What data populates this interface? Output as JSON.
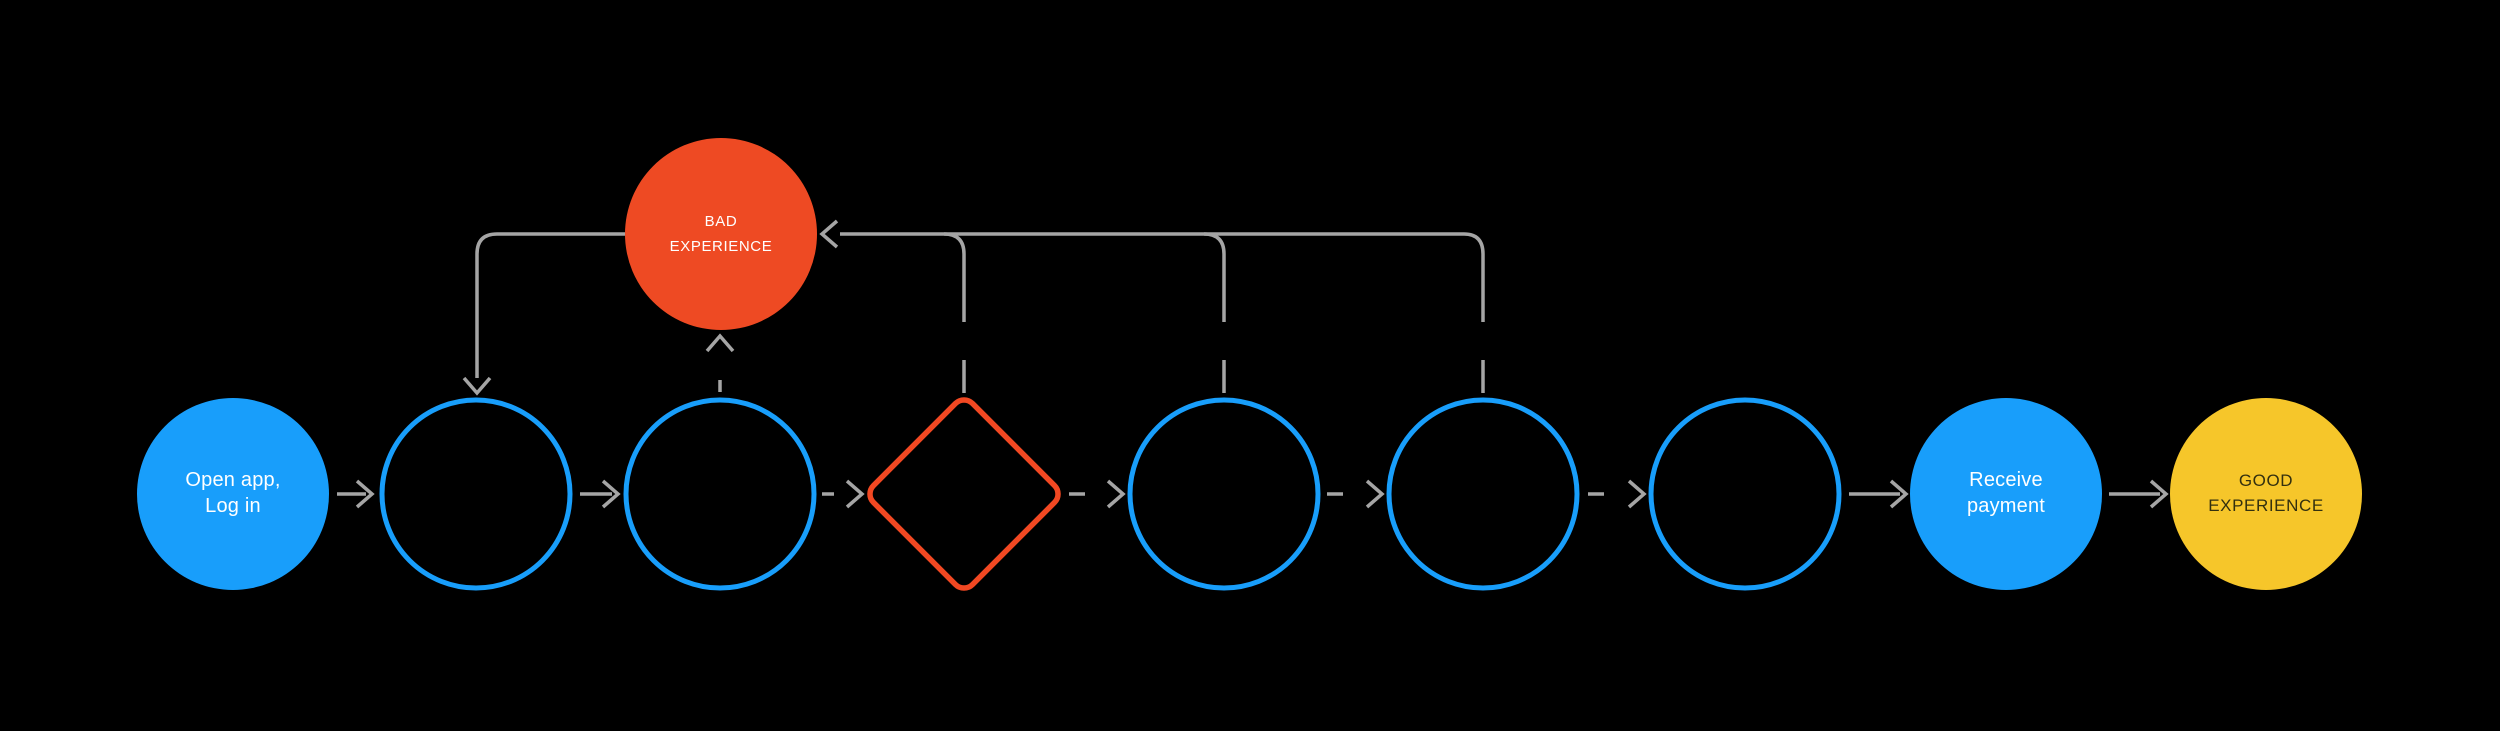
{
  "diagram": {
    "background": "#000000",
    "colors": {
      "node_blue": "#189EFB",
      "node_red": "#EE4A23",
      "diamond_red": "#F24822",
      "node_yellow": "#F6C62A",
      "connector_gray": "#A5A5A5",
      "label_light": "#FFFFFF",
      "label_dark": "#33300F"
    },
    "nodes": {
      "start": {
        "line1": "Open app,",
        "line2": "Log in"
      },
      "bad": {
        "line1": "BAD",
        "line2": "EXPERIENCE"
      },
      "receive": {
        "line1": "Receive",
        "line2": "payment"
      },
      "good": {
        "line1": "GOOD",
        "line2": "EXPERIENCE"
      }
    }
  }
}
